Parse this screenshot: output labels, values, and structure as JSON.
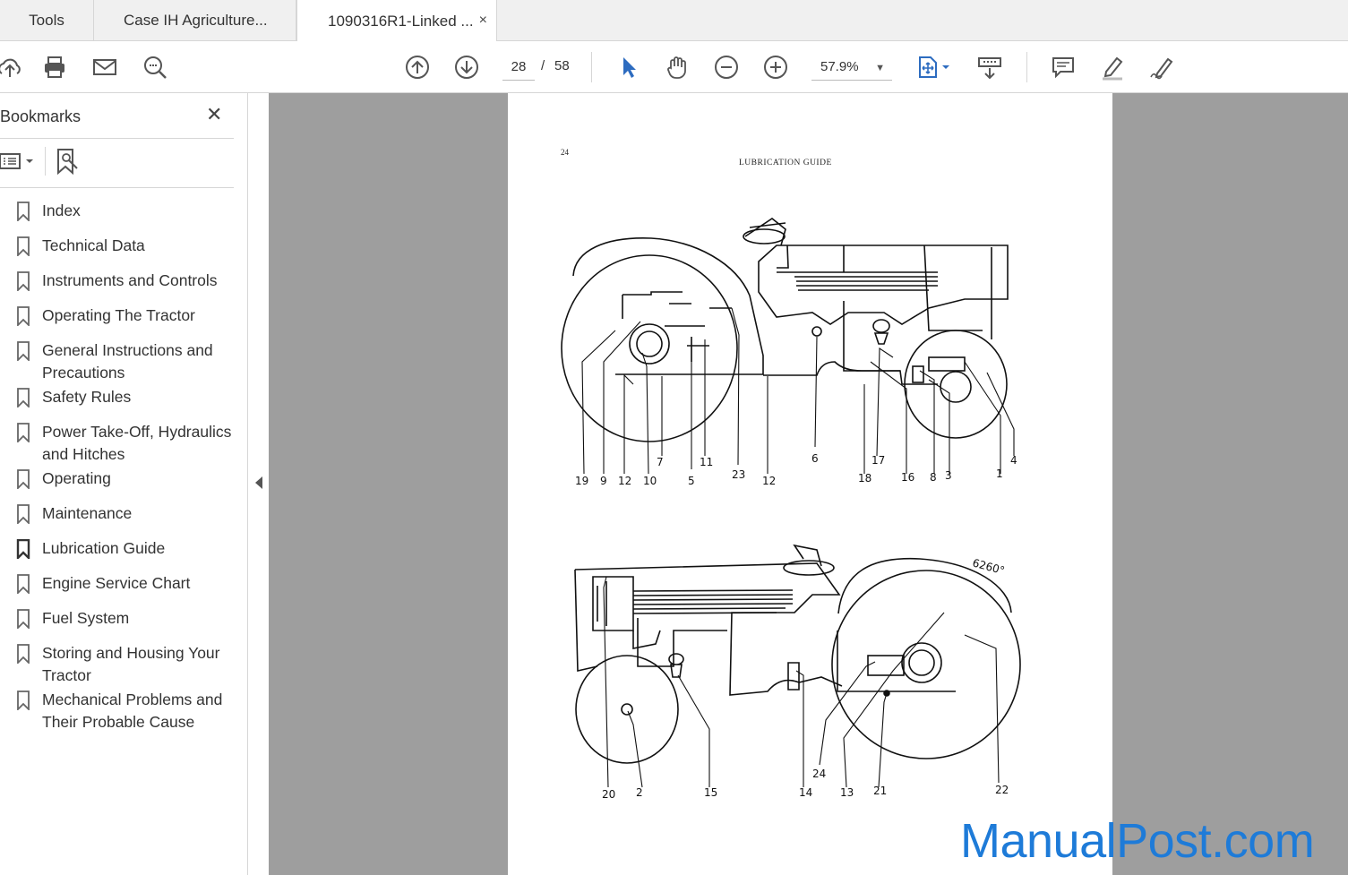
{
  "tabs": {
    "tools": "Tools",
    "doc1": "Case IH Agriculture...",
    "doc2": "1090316R1-Linked ...",
    "close": "×"
  },
  "toolbar": {
    "current_page": "28",
    "page_separator": "/",
    "total_pages": "58",
    "zoom": "57.9%"
  },
  "sidebar": {
    "title": "Bookmarks",
    "close": "✕",
    "bookmarks": [
      "Index",
      "Technical Data",
      "Instruments and Controls",
      "Operating The Tractor",
      "General Instructions and Precautions",
      "Safety Rules",
      "Power Take-Off, Hydraulics and Hitches",
      "Operating",
      "Maintenance",
      "Lubrication Guide",
      "Engine Service Chart",
      "Fuel System",
      "Storing and Housing Your Tractor",
      "Mechanical Problems and Their Probable Cause"
    ]
  },
  "document": {
    "page_number": "24",
    "heading": "LUBRICATION GUIDE",
    "stamp": "6260°",
    "top_callouts": [
      "19",
      "9",
      "12",
      "10",
      "7",
      "5",
      "11",
      "23",
      "12",
      "6",
      "18",
      "17",
      "16",
      "8",
      "3",
      "1",
      "4"
    ],
    "bottom_callouts": [
      "20",
      "2",
      "15",
      "14",
      "24",
      "13",
      "21",
      "22"
    ]
  },
  "watermark": "ManualPost.com"
}
